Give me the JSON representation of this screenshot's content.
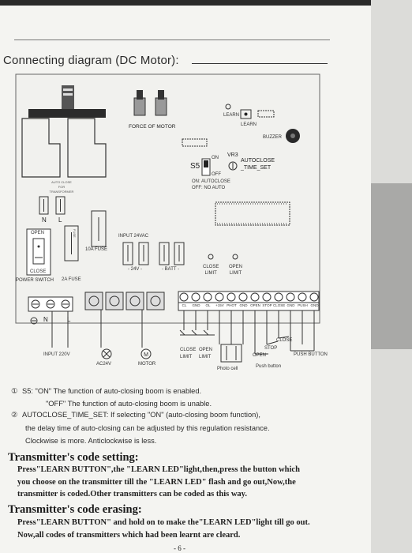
{
  "title": "Connecting diagram (DC Motor):",
  "diagram": {
    "force_of_motor": "FORCE OF MOTOR",
    "learn": "LEARN",
    "buzzer": "BUZZER",
    "vr3": "VR3",
    "autoclose_time_set": "AUTOCLOSE\n_TIME_SET",
    "s5": "S5",
    "on": "ON",
    "off": "OFF",
    "on_autoclose": "ON: AUTOCLOSE",
    "off_no_auto": "OFF: NO AUTO",
    "n": "N",
    "l": "L",
    "open": "OPEN",
    "close": "CLOSE",
    "power_switch": "POWER SWITCH",
    "fuse_2a": "2A FUSE",
    "fuse_10a": "10A FUSE",
    "input_24vac": "INPUT 24VAC",
    "v24": "- 24V -",
    "batt": "- BATT -",
    "close_limit": "CLOSE\nLIMIT",
    "open_limit": "OPEN\nLIMIT",
    "terminal_labels": [
      "CL",
      "GND",
      "OL",
      "+15V",
      "PHOT",
      "GND",
      "OPEN",
      "STOP",
      "CLOSE",
      "GND",
      "PUSH",
      "GND"
    ],
    "input_220v": "INPUT 220V",
    "ac24v": "AC24V",
    "motor": "MOTOR",
    "close_limit_bottom": "CLOSE\nLIMIT",
    "open_limit_bottom": "OPEN\nLIMIT",
    "photo_cell": "Photo cell",
    "stop": "STOP",
    "close_btn": "CLOSE",
    "open_btn": "OPEN",
    "push_button": "Push button",
    "push_button_caps": "PUSH BUTTON"
  },
  "notes": {
    "n1_marker": "①",
    "n1_line1": "S5: \"ON\" The function of auto-closing boom is enabled.",
    "n1_line2": "\"OFF\" The function of auto-closing boom is unable.",
    "n2_marker": "②",
    "n2_line1": "AUTOCLOSE_TIME_SET: If selecting \"ON\" (auto-closing boom function),",
    "n2_line2": "the delay time of auto-closing can be adjusted by this regulation resistance.",
    "n2_line3": "Clockwise is more.  Anticlockwise is less."
  },
  "setting": {
    "heading": "Transmitter's code setting:",
    "line1": "Press\"LEARN BUTTON\",the \"LEARN LED\"light,then,press the button which",
    "line2": "you choose on the transmitter till the \"LEARN LED\" flash and go out,Now,the",
    "line3": "transmitter  is coded.Other transmitters can be coded as this way."
  },
  "erasing": {
    "heading": "Transmitter's code erasing:",
    "line1": "Press\"LEARN BUTTON\" and hold on to make the\"LEARN LED\"light till go out.",
    "line2": "Now,all codes of transmitters which had been learnt are cleard."
  },
  "page_number": "- 6 -"
}
